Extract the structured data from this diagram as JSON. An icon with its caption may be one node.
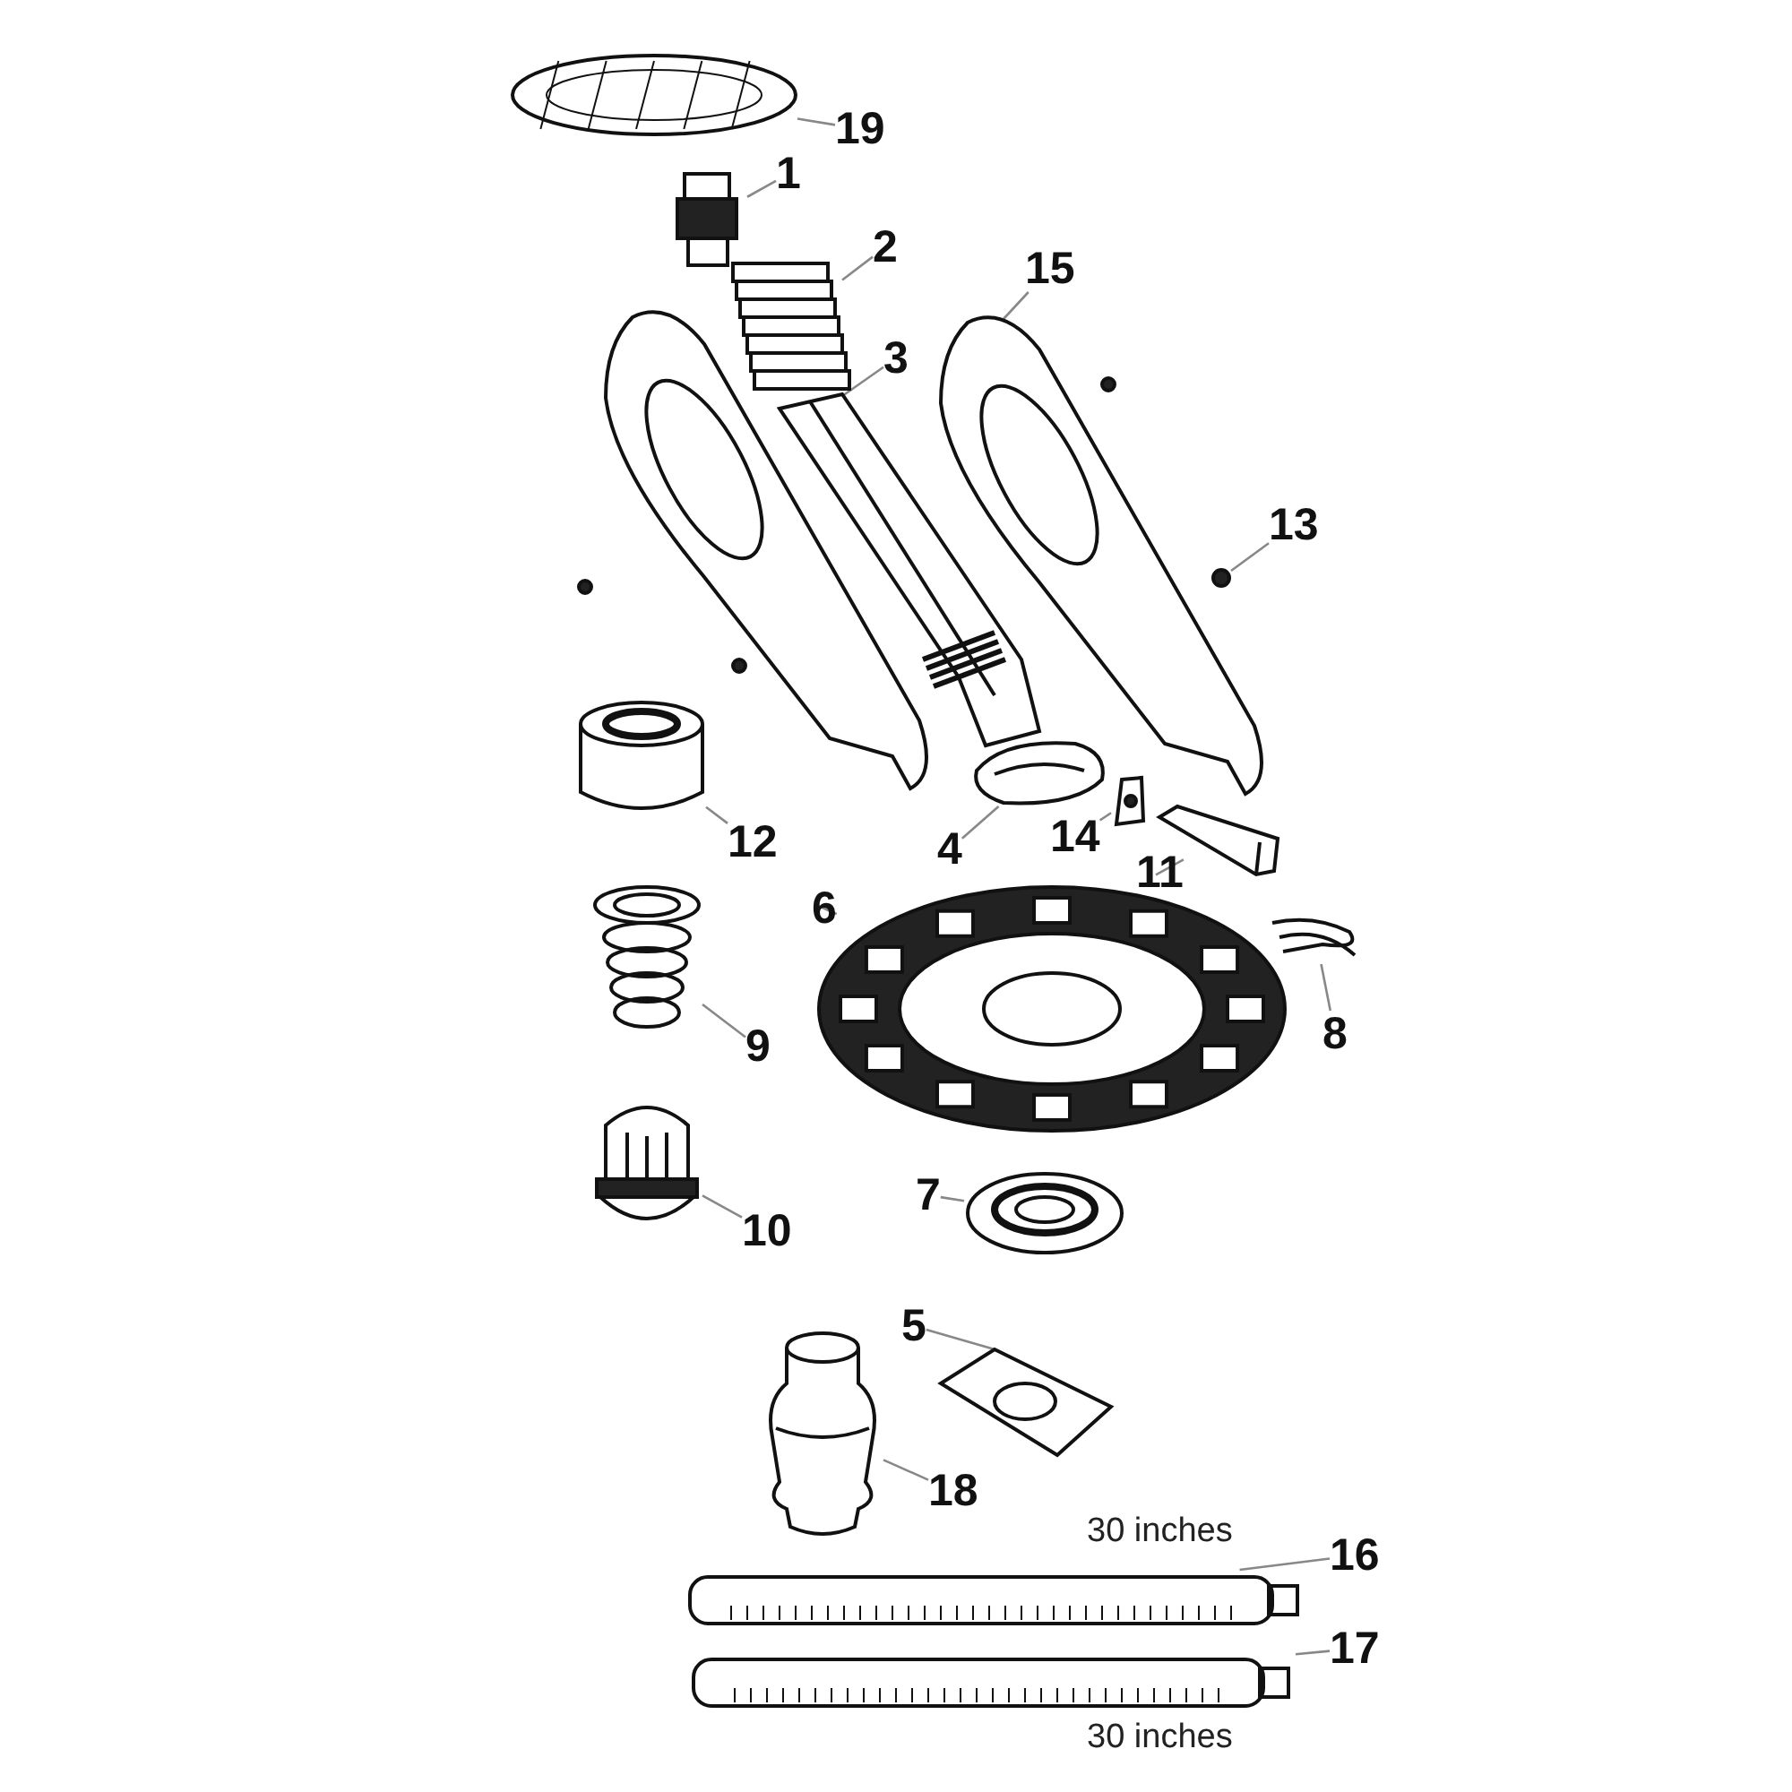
{
  "diagram": {
    "nodes": [
      {
        "text": [
          "19"
        ]
      },
      {
        "text": [],
        "shape": "picture"
      },
      {
        "text": [
          "1"
        ]
      },
      {
        "text": [],
        "shape": "picture"
      },
      {
        "text": [
          "2"
        ]
      },
      {
        "text": [],
        "shape": "picture"
      },
      {
        "text": [
          "15"
        ]
      },
      {
        "text": [],
        "shape": "picture"
      },
      {
        "text": [
          "3"
        ]
      },
      {
        "text": [],
        "shape": "picture"
      },
      {
        "text": [
          "13"
        ]
      },
      {
        "text": [],
        "shape": "circle"
      },
      {
        "text": [
          "12"
        ]
      },
      {
        "text": [],
        "shape": "picture"
      },
      {
        "text": [
          "4"
        ]
      },
      {
        "text": [],
        "shape": "picture"
      },
      {
        "text": [
          "14"
        ]
      },
      {
        "text": [],
        "shape": "picture"
      },
      {
        "text": [
          "11"
        ]
      },
      {
        "text": [],
        "shape": "picture"
      },
      {
        "text": [
          "6"
        ]
      },
      {
        "text": [],
        "shape": "picture"
      },
      {
        "text": [
          "8"
        ]
      },
      {
        "text": [],
        "shape": "picture"
      },
      {
        "text": [
          "9"
        ]
      },
      {
        "text": [],
        "shape": "picture"
      },
      {
        "text": [
          "10"
        ]
      },
      {
        "text": [],
        "shape": "picture"
      },
      {
        "text": [
          "7"
        ]
      },
      {
        "text": [],
        "shape": "picture"
      },
      {
        "text": [
          "5"
        ]
      },
      {
        "text": [],
        "shape": "picture"
      },
      {
        "text": [
          "18"
        ]
      },
      {
        "text": [],
        "shape": "picture"
      },
      {
        "text": [
          "16"
        ]
      },
      {
        "text": [],
        "shape": "picture"
      },
      {
        "text": [
          "17"
        ]
      },
      {
        "text": [],
        "shape": "picture"
      }
    ],
    "edges": [
      {
        "from": 0,
        "to": 1,
        "arrow": "none"
      },
      {
        "from": 2,
        "to": 3,
        "arrow": "none"
      },
      {
        "from": 4,
        "to": 5,
        "arrow": "none"
      },
      {
        "from": 6,
        "to": 7,
        "arrow": "none"
      },
      {
        "from": 8,
        "to": 9,
        "arrow": "none"
      },
      {
        "from": 10,
        "to": 11,
        "arrow": "none"
      },
      {
        "from": 12,
        "to": 13,
        "arrow": "none"
      },
      {
        "from": 14,
        "to": 15,
        "arrow": "none"
      },
      {
        "from": 16,
        "to": 17,
        "arrow": "none"
      },
      {
        "from": 18,
        "to": 19,
        "arrow": "none"
      },
      {
        "from": 20,
        "to": 21,
        "arrow": "none"
      },
      {
        "from": 22,
        "to": 23,
        "arrow": "none"
      },
      {
        "from": 24,
        "to": 25,
        "arrow": "none"
      },
      {
        "from": 26,
        "to": 27,
        "arrow": "none"
      },
      {
        "from": 28,
        "to": 29,
        "arrow": "none"
      },
      {
        "from": 30,
        "to": 31,
        "arrow": "none"
      },
      {
        "from": 32,
        "to": 33,
        "arrow": "none"
      },
      {
        "from": 34,
        "to": 35,
        "arrow": "none"
      },
      {
        "from": 36,
        "to": 37,
        "arrow": "none"
      }
    ],
    "labels": [
      "30 inches",
      "30 inches"
    ]
  }
}
